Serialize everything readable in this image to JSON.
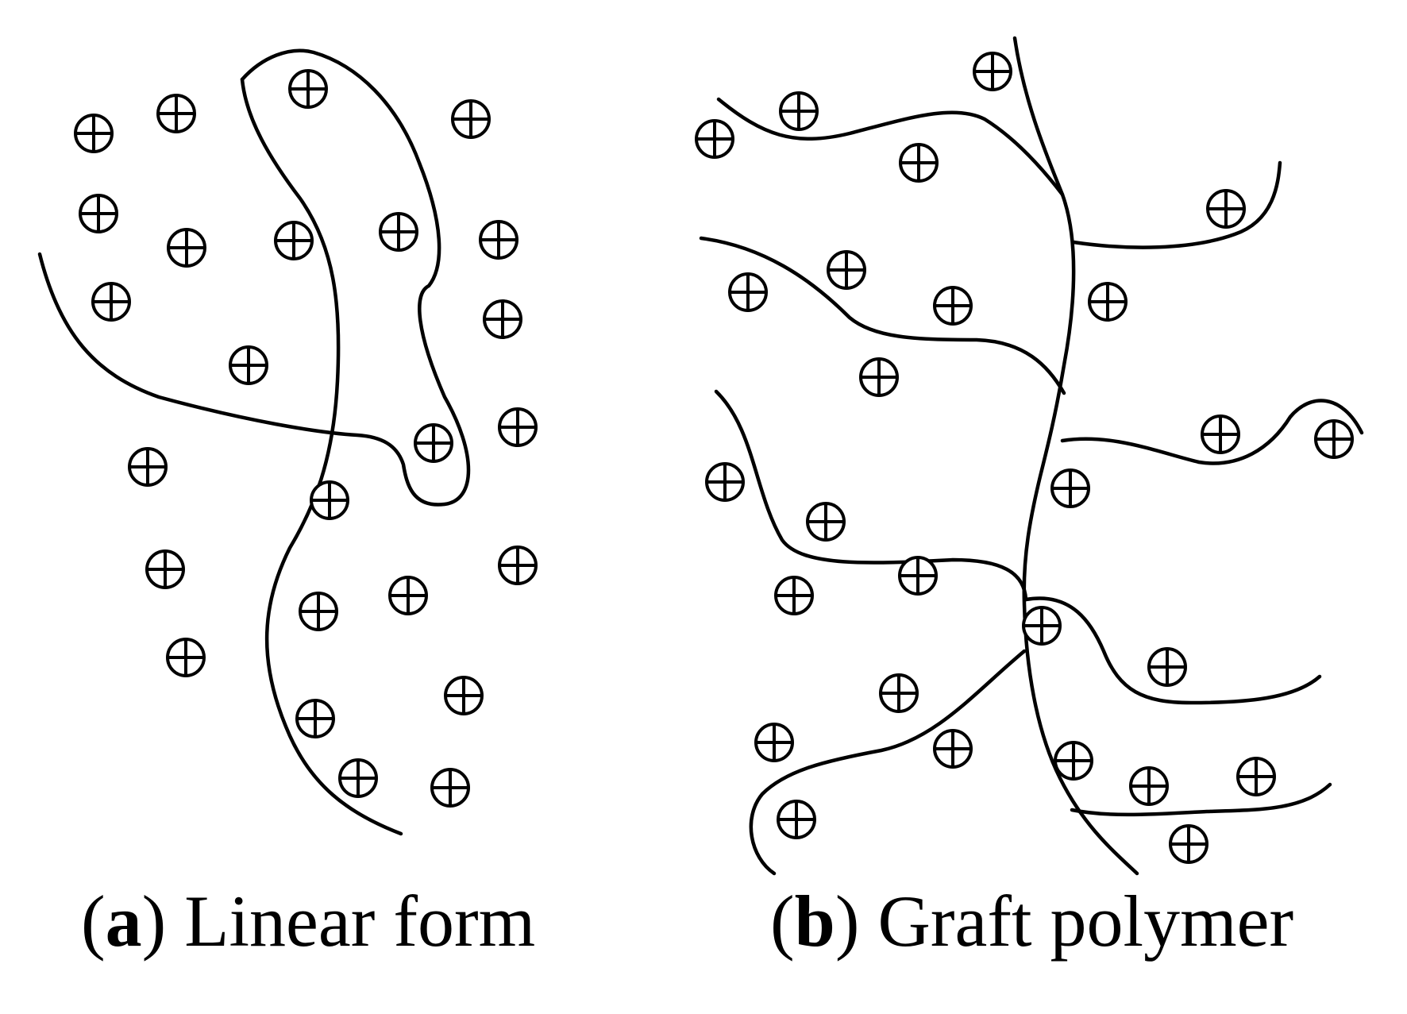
{
  "panels": [
    {
      "letter": "a",
      "title": "Linear form"
    },
    {
      "letter": "b",
      "title": "Graft polymer"
    }
  ],
  "colors": {
    "ink": "#000000",
    "background": "#ffffff"
  },
  "icons": {
    "ion": "circled-plus-icon"
  }
}
